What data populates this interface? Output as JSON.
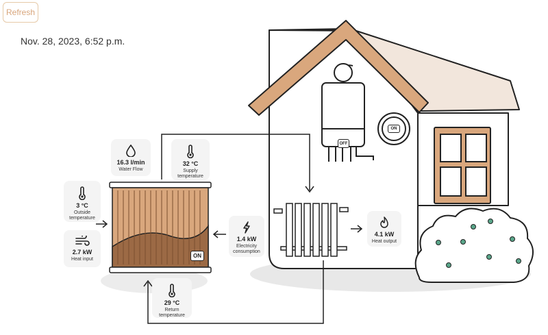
{
  "toolbar": {
    "refresh_label": "Refresh"
  },
  "timestamp": "Nov. 28, 2023, 6:52 p.m.",
  "metrics": {
    "water_flow": {
      "value": "16.3 l/min",
      "label": "Water Flow",
      "icon": "droplet-icon"
    },
    "supply_temperature": {
      "value": "32 °C",
      "label": "Supply temperature",
      "icon": "thermometer-icon"
    },
    "outside_temperature": {
      "value": "3 °C",
      "label": "Outside temperature",
      "icon": "thermometer-icon"
    },
    "heat_input": {
      "value": "2.7 kW",
      "label": "Heat input",
      "icon": "wind-icon"
    },
    "electricity": {
      "value": "1.4 kW",
      "label": "Electricity consumption",
      "icon": "lightning-icon"
    },
    "heat_output": {
      "value": "4.1 kW",
      "label": "Heat output",
      "icon": "flame-icon"
    },
    "return_temperature": {
      "value": "29 °C",
      "label": "Return temperature",
      "icon": "thermometer-icon"
    }
  },
  "controls": {
    "heat_pump_state": "ON",
    "boiler_state": "OFF",
    "thermostat_state": "ON"
  },
  "colors": {
    "accent": "#d8a57b",
    "roof": "#f2e6dc",
    "wood": "#d9a77d",
    "wood_dark": "#9c6a45",
    "ground": "#e8e8e8",
    "bush_dot": "#5aa68a"
  }
}
